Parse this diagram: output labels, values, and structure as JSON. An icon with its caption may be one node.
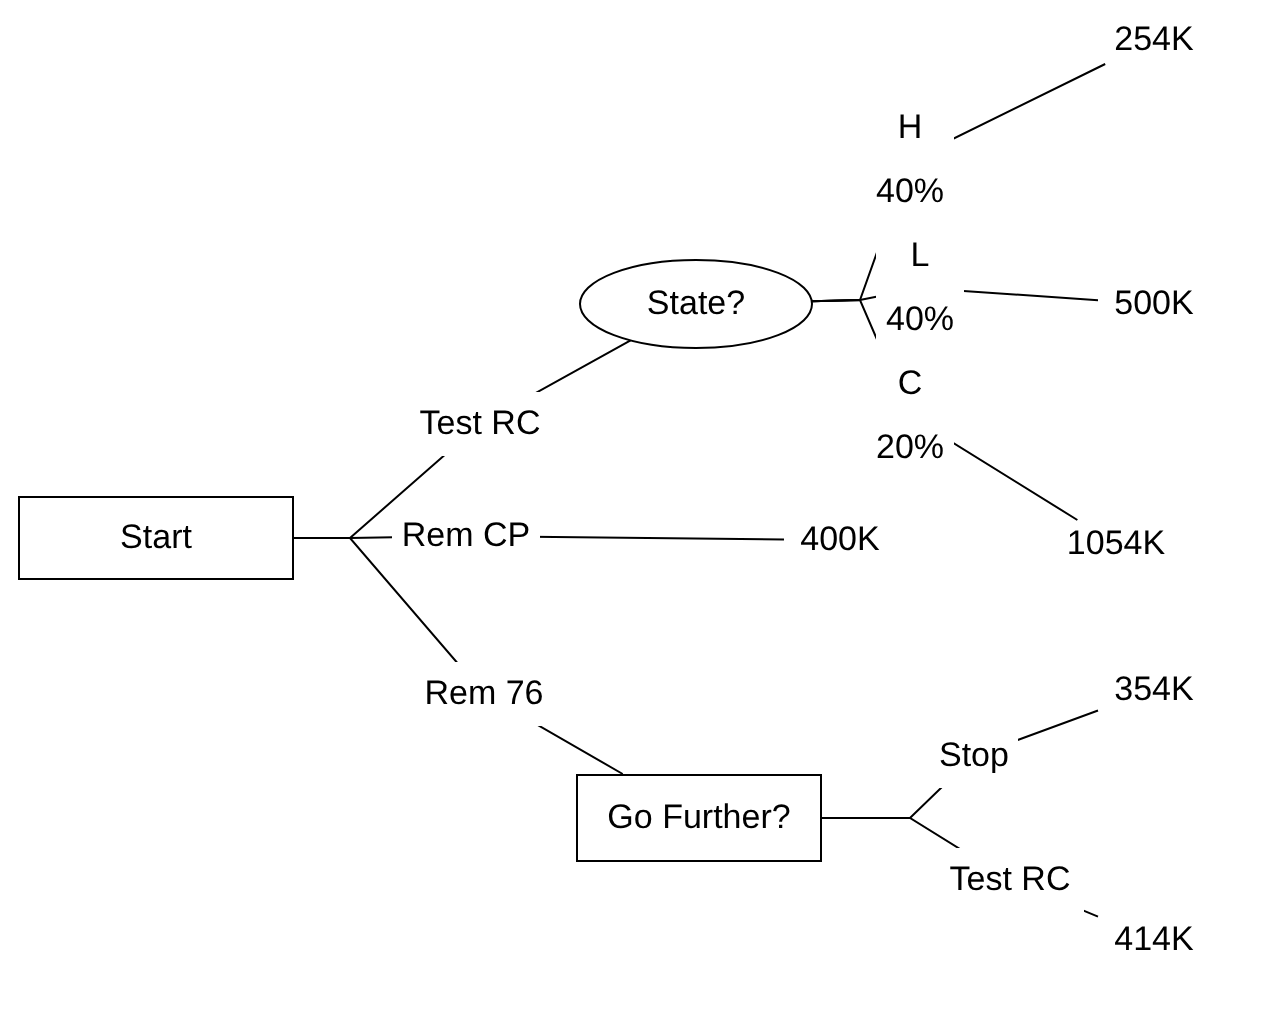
{
  "diagram": {
    "nodes": [
      {
        "text": [
          "Start"
        ]
      },
      {
        "text": [
          "State?"
        ]
      },
      {
        "text": [
          "254K"
        ]
      },
      {
        "text": [
          "500K"
        ]
      },
      {
        "text": [
          "1054K"
        ]
      },
      {
        "text": [
          "400K"
        ]
      },
      {
        "text": [
          "Go Further?"
        ]
      },
      {
        "text": [
          "354K"
        ]
      },
      {
        "text": [
          "414K"
        ]
      }
    ],
    "edges": [
      {
        "from": 0,
        "to": 1,
        "arrow": "none",
        "label": "Test RC"
      },
      {
        "from": 0,
        "to": 5,
        "arrow": "none",
        "label": "Rem CP"
      },
      {
        "from": 0,
        "to": 6,
        "arrow": "none",
        "label": "Rem 76"
      },
      {
        "from": 1,
        "to": 2,
        "arrow": "none",
        "label": "H 40%"
      },
      {
        "from": 1,
        "to": 3,
        "arrow": "none",
        "label": "L 40%"
      },
      {
        "from": 1,
        "to": 4,
        "arrow": "none",
        "label": "C 20%"
      },
      {
        "from": 6,
        "to": 7,
        "arrow": "none",
        "label": "Stop"
      },
      {
        "from": 6,
        "to": 8,
        "arrow": "none",
        "label": "Test RC"
      }
    ]
  }
}
